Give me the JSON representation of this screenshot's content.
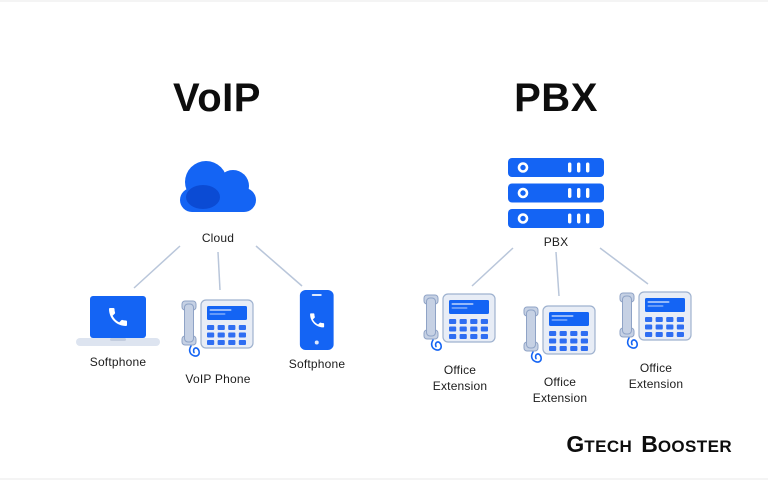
{
  "colors": {
    "primary_blue": "#1464f4",
    "dark_blue": "#0b4bd4",
    "device_gray": "#e8edf6",
    "device_border": "#9fb2cf",
    "handset_gray": "#c6d1e4",
    "connector_line": "#b9c6da",
    "text_dark": "#1c1c1c"
  },
  "voip_section": {
    "title": "VoIP",
    "hub": {
      "label": "Cloud",
      "icon": "cloud-icon"
    },
    "devices": [
      {
        "icon": "laptop-softphone-icon",
        "label": "Softphone"
      },
      {
        "icon": "voip-desk-phone-icon",
        "label": "VoIP Phone"
      },
      {
        "icon": "mobile-softphone-icon",
        "label": "Softphone"
      }
    ]
  },
  "pbx_section": {
    "title": "PBX",
    "hub": {
      "label": "PBX",
      "icon": "server-rack-icon"
    },
    "devices": [
      {
        "icon": "desk-phone-icon",
        "label": "Office Extension"
      },
      {
        "icon": "desk-phone-icon",
        "label": "Office Extension"
      },
      {
        "icon": "desk-phone-icon",
        "label": "Office Extension"
      }
    ]
  },
  "brand": {
    "word1_initial": "G",
    "word1_rest": "Tech",
    "word2_initial": "B",
    "word2_rest": "ooster"
  }
}
